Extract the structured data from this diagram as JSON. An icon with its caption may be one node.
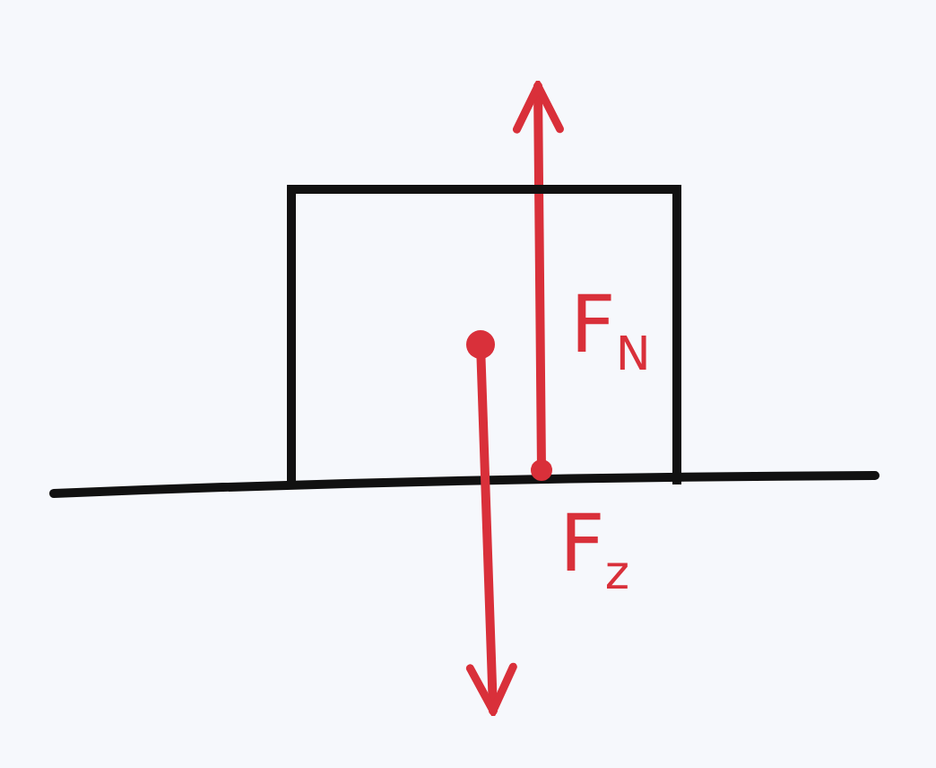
{
  "diagram": {
    "nodes": [
      {
        "text": [],
        "shape": "box"
      }
    ],
    "labels": [
      "F$_{N}$",
      "F$_{z}$"
    ]
  }
}
